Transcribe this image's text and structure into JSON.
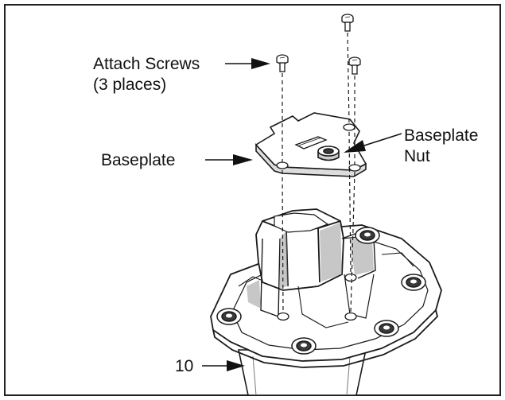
{
  "labels": {
    "attach_screws_line1": "Attach Screws",
    "attach_screws_line2": "(3 places)",
    "baseplate": "Baseplate",
    "baseplate_nut_line1": "Baseplate",
    "baseplate_nut_line2": "Nut",
    "part_number": "10"
  },
  "colors": {
    "frame": "#222222",
    "line": "#1a1a1a",
    "fill": "#ffffff",
    "shade": "#9a9a9a",
    "dark": "#3a3a3a"
  }
}
